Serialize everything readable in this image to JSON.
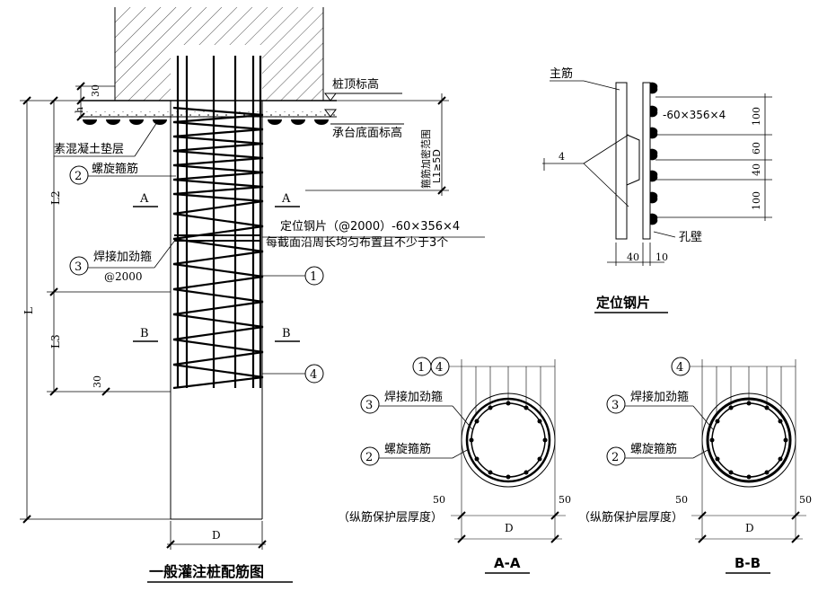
{
  "labels": {
    "pile_top_elev": "桩顶标高",
    "cap_bottom_elev": "承台底面标高",
    "lean_concrete": "素混凝土垫层",
    "spiral_stirrup": "螺旋箍筋",
    "welded_ring": "焊接加劲箍",
    "ring_spacing": "@2000",
    "dense_zone": "箍筋加密范围",
    "l1_rule": "L1≥5D",
    "spacer_note1": "定位钢片（@2000）-60×356×4",
    "spacer_note2": "每截面沿周长均匀布置且不少于3个",
    "main_bar": "主筋",
    "spacer_size": "-60×356×4",
    "hole_wall": "孔壁",
    "cover_note": "（纵筋保护层厚度）",
    "dim_30": "30",
    "dim_h": "h",
    "dim_L": "L",
    "dim_L2": "L2",
    "dim_L3": "L3",
    "dim_D": "D",
    "dim_50": "50",
    "dim_100": "100",
    "dim_60": "60",
    "dim_40": "40",
    "dim_10": "10",
    "dim_4": "4",
    "sec_A": "A",
    "sec_B": "B",
    "sec_AA": "A-A",
    "sec_BB": "B-B",
    "n1": "1",
    "n2": "2",
    "n3": "3",
    "n4": "4"
  },
  "titles": {
    "main": "一般灌注桩配筋图",
    "spacer": "定位钢片"
  }
}
